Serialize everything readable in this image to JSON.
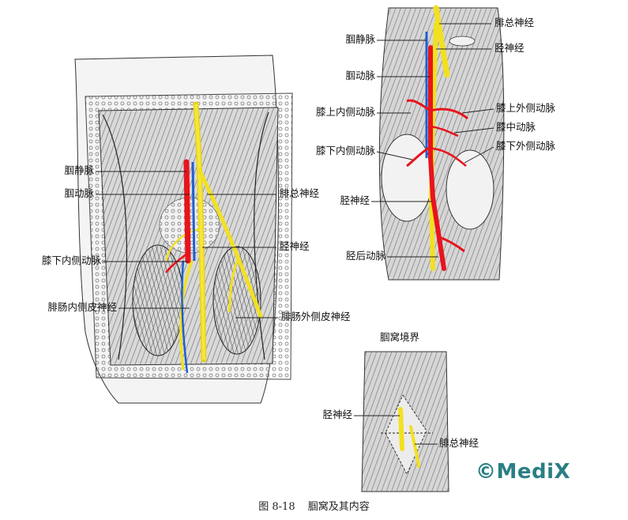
{
  "caption": {
    "figure_number": "图 8-18",
    "title": "腘窝及其内容"
  },
  "watermark": "©MediX",
  "main_figure": {
    "left_labels": {
      "popliteal_vein": "腘静脉",
      "popliteal_artery": "腘动脉",
      "inferior_medial_genicular_artery": "膝下内侧动脉",
      "medial_sural_cutaneous_nerve": "腓肠内侧皮神经"
    },
    "right_labels": {
      "common_peroneal_nerve": "腓总神经",
      "tibial_nerve": "胫神经",
      "lateral_sural_cutaneous_nerve": "腓肠外侧皮神经"
    }
  },
  "deep_figure": {
    "left_labels": {
      "popliteal_vein": "腘静脉",
      "popliteal_artery": "腘动脉",
      "superior_medial_genicular_artery": "膝上内侧动脉",
      "inferior_medial_genicular_artery": "膝下内侧动脉",
      "tibial_nerve": "胫神经",
      "posterior_tibial_artery": "胫后动脉"
    },
    "right_labels": {
      "common_peroneal_nerve": "腓总神经",
      "tibial_nerve": "胫神经",
      "superior_lateral_genicular_artery": "膝上外侧动脉",
      "middle_genicular_artery": "膝中动脉",
      "inferior_lateral_genicular_artery": "膝下外侧动脉"
    }
  },
  "boundary_figure": {
    "title": "腘窝境界",
    "tibial_nerve": "胫神经",
    "common_peroneal_nerve": "腓总神经"
  },
  "colors": {
    "artery": "#e8141c",
    "vein": "#1f5fd0",
    "nerve": "#f2e020",
    "ink": "#222222"
  }
}
